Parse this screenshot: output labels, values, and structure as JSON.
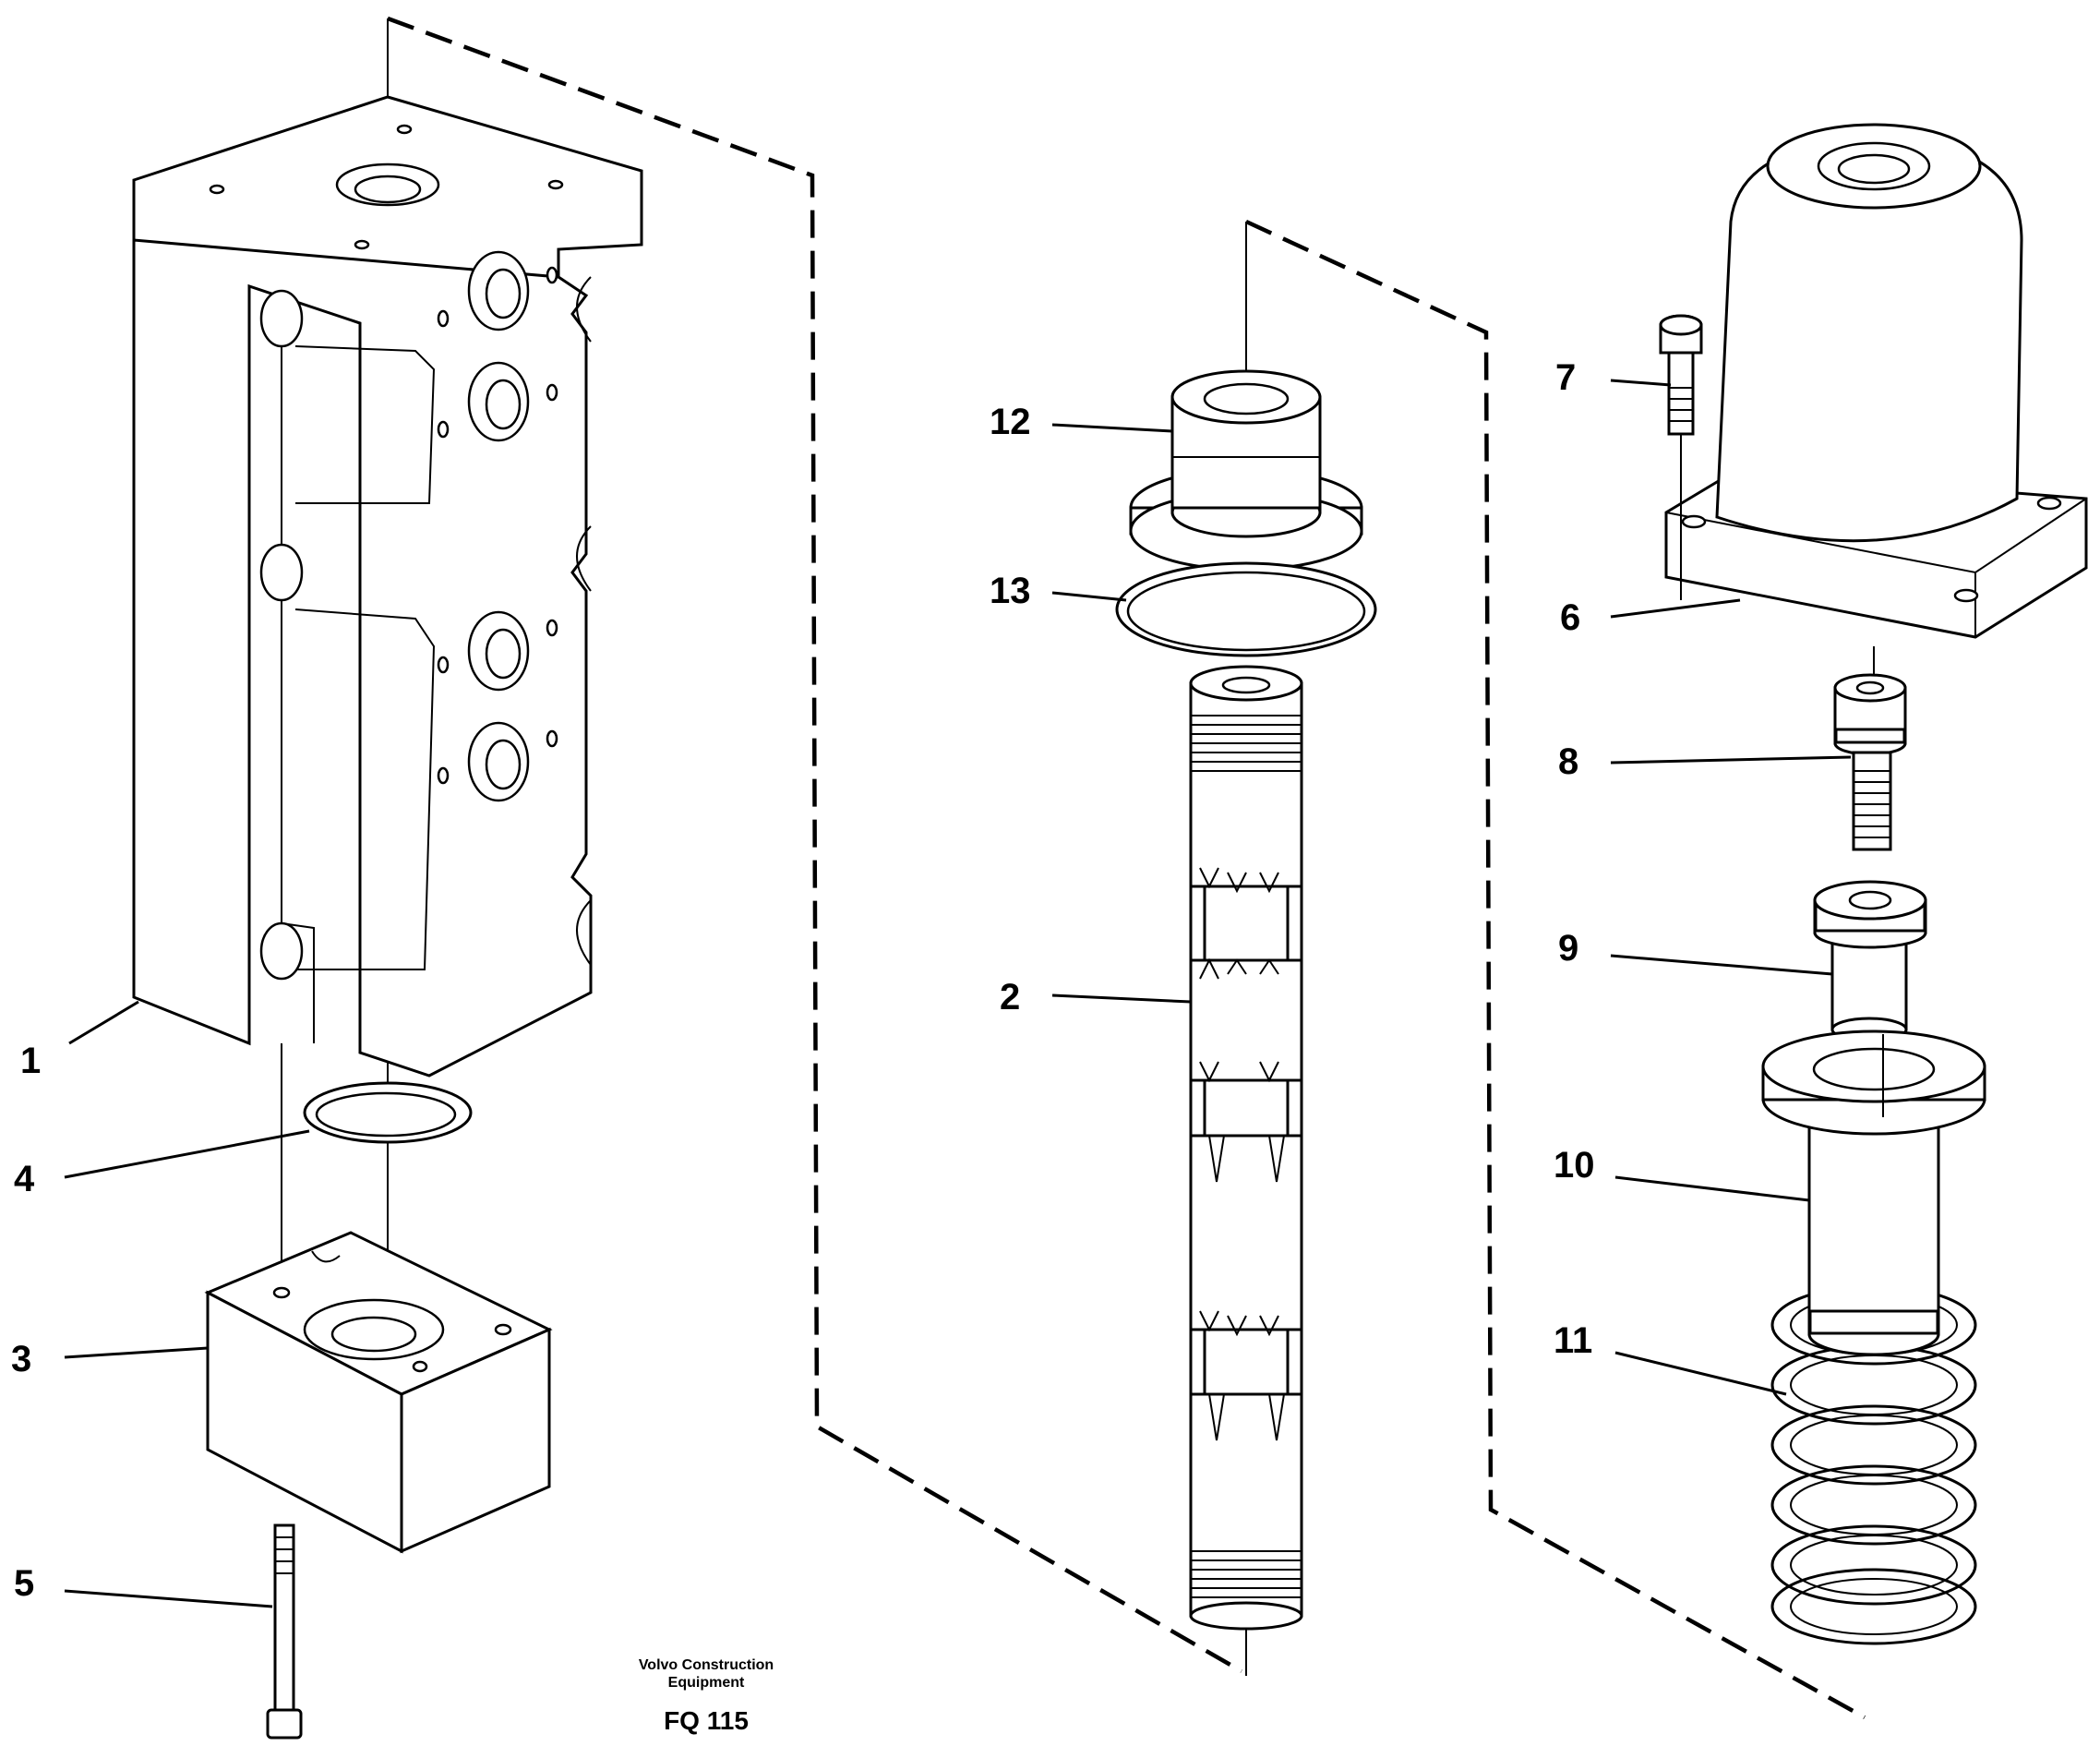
{
  "caption": {
    "company_line1": "Volvo Construction",
    "company_line2": "Equipment",
    "figure_code": "FQ 115"
  },
  "callouts": [
    "1",
    "2",
    "3",
    "4",
    "5",
    "6",
    "7",
    "8",
    "9",
    "10",
    "11",
    "12",
    "13"
  ]
}
